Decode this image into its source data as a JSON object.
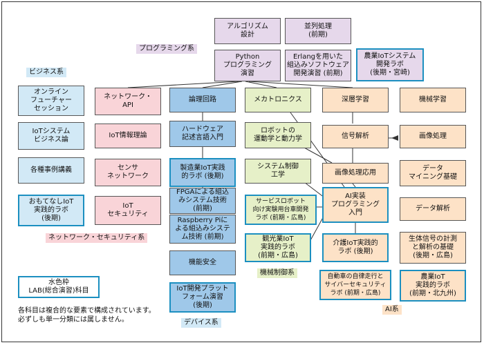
{
  "categories": {
    "programming": "プログラミング系",
    "business": "ビジネス系",
    "network_security": "ネットワーク・セキュリティ系",
    "device": "デバイス系",
    "mechatronics": "機械制御系",
    "ai": "AI系"
  },
  "legend": {
    "text": "水色枠\nLAB(総合演習)科目"
  },
  "footnote": "各科目は複合的な要素で構成されています。\n必ずしも単一分類には属しません。",
  "nodes": {
    "algorithm": "アルゴリズム\n設計",
    "parallel": "並列処理\n(前期)",
    "python": "Python\nプログラミング\n演習",
    "erlang": "Erlangを用いた\n組込みソフトウェア\n開発演習 (前期)",
    "agri_iot_dev": "農業IoTシステム\n開発ラボ\n(後期・宮崎)",
    "online_future": "オンライン\nフューチャー\nセッション",
    "iot_biz": "IoTシステム\nビジネス論",
    "case_lectures": "各種事例講義",
    "omotenashi": "おもてなしIoT\n実践的ラボ\n(後期)",
    "network_api": "ネットワーク・\nAPI",
    "iot_info": "IoT情報理論",
    "sensor_net": "センサ\nネットワーク",
    "iot_security": "IoT\nセキュリティ",
    "logic_circuit": "論理回路",
    "hdl": "ハードウェア\n記述言語入門",
    "mfg_iot": "製造業IoT実践\n的ラボ (後期)",
    "fpga": "FPGAによる組込\nみシステム技術\n(前期)",
    "raspi": "Raspberry Piに\nよる組込みシステ\nム技術 (前期)",
    "functional_safety": "機能安全",
    "iot_platform": "IoT開発プラット\nフォーム演習\n(後期)",
    "mechatronics": "メカトロニクス",
    "robot_dynamics": "ロボットの\n運動学と動力学",
    "system_control": "システム制御\n工学",
    "service_robot": "サービスロボット\n向け実験用台車開発\nラボ (前期・広島)",
    "tourism_iot": "観光業IoT\n実践的ラボ\n(前期・広島)",
    "deep_learning": "深層学習",
    "machine_learning": "機械学習",
    "signal_analysis": "信号解析",
    "image_processing": "画像処理",
    "image_applied": "画像処理応用",
    "data_mining": "データ\nマイニング基礎",
    "ai_impl": "AI実装\nプログラミング\n入門",
    "data_analysis": "データ解析",
    "care_iot": "介護IoT実践的\nラボ (後期)",
    "biosignal": "生体信号の計測\nと解析の基礎\n(後期・広島)",
    "autonomous": "自動車の自律走行と\nサイバーセキュリティ\nラボ (前期・広島)",
    "agri_iot_lab": "農業IoT\n実践的ラボ\n(前期・北九州)"
  },
  "colors": {
    "programming": "#e6d8eb",
    "business": "#d2e9f6",
    "network_security": "#f9d4d8",
    "device": "#9fc8e9",
    "mechatronics": "#e6f0c8",
    "ai": "#fde2c7",
    "lab_border": "#1b8fc0"
  }
}
